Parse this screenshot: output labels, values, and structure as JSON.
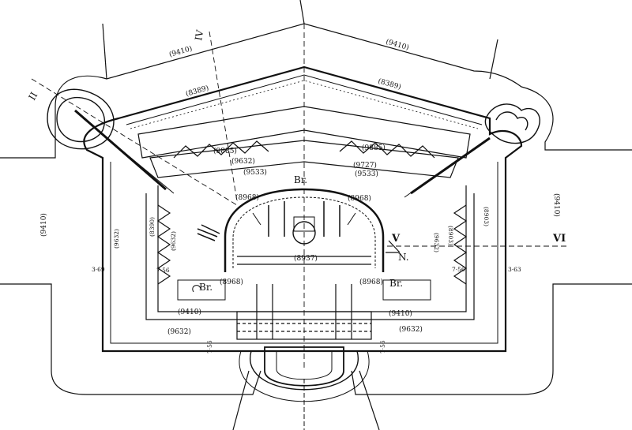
{
  "plan": {
    "section_marks": {
      "II": "II",
      "IV": "IV",
      "V": "V",
      "VI": "VI",
      "N": "N."
    },
    "abbreviations": {
      "br_top": "Br.",
      "br_left": "Br.",
      "br_right": "Br."
    },
    "elevations": {
      "top_left_face": "(9410)",
      "top_right_face": "(9410)",
      "outer_left": "(9410)",
      "outer_right": "(9410)",
      "parapet_left": "(8389)",
      "parapet_right": "(8389)",
      "inner_left_upper": "(9885)",
      "inner_right_upper": "(9885)",
      "inner_left_a": "(9632)",
      "inner_right_a": "(9727)",
      "inner_left_b": "(9533)",
      "inner_right_b": "(9533)",
      "core_left": "(8968)",
      "core_right": "(8968)",
      "core_center": "(8937)",
      "core_bottom_left": "(8968)",
      "core_bottom_right": "(8968)",
      "flank_left_a": "(8390)",
      "flank_left_b": "(9632)",
      "flank_left_c": "(9632)",
      "flank_right_a": "(8903)",
      "flank_right_b": "(9632)",
      "flank_right_c": "(8903)",
      "rear_left": "(9410)",
      "rear_right": "(9410)",
      "rear_inner_left": "(9632)",
      "rear_inner_right": "(9632)",
      "side_depth_left": "3·69",
      "side_depth_right": "3·63",
      "side_small_left": "7·56",
      "side_small_right": "7·56",
      "rear_depth_left": "7·56",
      "rear_depth_right": "7·56"
    }
  }
}
